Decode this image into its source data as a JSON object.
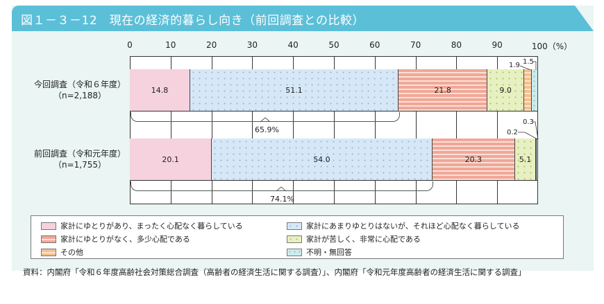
{
  "title": "図１－３－12　現在の経済的暮らし向き（前回調査との比較）",
  "axis": {
    "ticks": [
      "0",
      "10",
      "20",
      "30",
      "40",
      "50",
      "60",
      "70",
      "80",
      "90",
      "100（%）"
    ]
  },
  "rows": [
    {
      "label": "今回調査（令和６年度）",
      "n": "（n=2,188）",
      "brace_label": "65.9%"
    },
    {
      "label": "前回調査（令和元年度）",
      "n": "（n=1,755）",
      "brace_label": "74.1%"
    }
  ],
  "legend": [
    "家計にゆとりがあり、まったく心配なく暮らしている",
    "家計にあまりゆとりはないが、それほど心配なく暮らしている",
    "家計にゆとりがなく、多少心配である",
    "家計が苦しく、非常に心配である",
    "その他",
    "不明・無回答"
  ],
  "source": "資料：内閣府「令和６年度高齢社会対策総合調査（高齢者の経済生活に関する調査）」、内閣府「令和元年度高齢者の経済生活に関する調査」",
  "chart_data": {
    "type": "bar",
    "orientation": "horizontal",
    "stacked": true,
    "title": "図１－３－12　現在の経済的暮らし向き（前回調査との比較）",
    "xlabel": "（%）",
    "xlim": [
      0,
      100
    ],
    "categories": [
      "今回調査（令和６年度）(n=2,188)",
      "前回調査（令和元年度）(n=1,755)"
    ],
    "series": [
      {
        "name": "家計にゆとりがあり、まったく心配なく暮らしている",
        "color": "#f5d2dd",
        "values": [
          14.8,
          20.1
        ]
      },
      {
        "name": "家計にあまりゆとりはないが、それほど心配なく暮らしている",
        "color": "#d6e8f7",
        "values": [
          51.1,
          54.0
        ]
      },
      {
        "name": "家計にゆとりがなく、多少心配である",
        "color": "#f0a898",
        "values": [
          21.8,
          20.3
        ]
      },
      {
        "name": "家計が苦しく、非常に心配である",
        "color": "#e7f0c0",
        "values": [
          9.0,
          5.1
        ]
      },
      {
        "name": "その他",
        "color": "#f6bf8c",
        "values": [
          1.9,
          0.2
        ]
      },
      {
        "name": "不明・無回答",
        "color": "#cdeced",
        "values": [
          1.5,
          0.3
        ]
      }
    ],
    "annotations": [
      {
        "row": 0,
        "text": "65.9%",
        "note": "sum of first two categories"
      },
      {
        "row": 1,
        "text": "74.1%",
        "note": "sum of first two categories"
      }
    ],
    "grid": true,
    "legend_position": "bottom"
  }
}
